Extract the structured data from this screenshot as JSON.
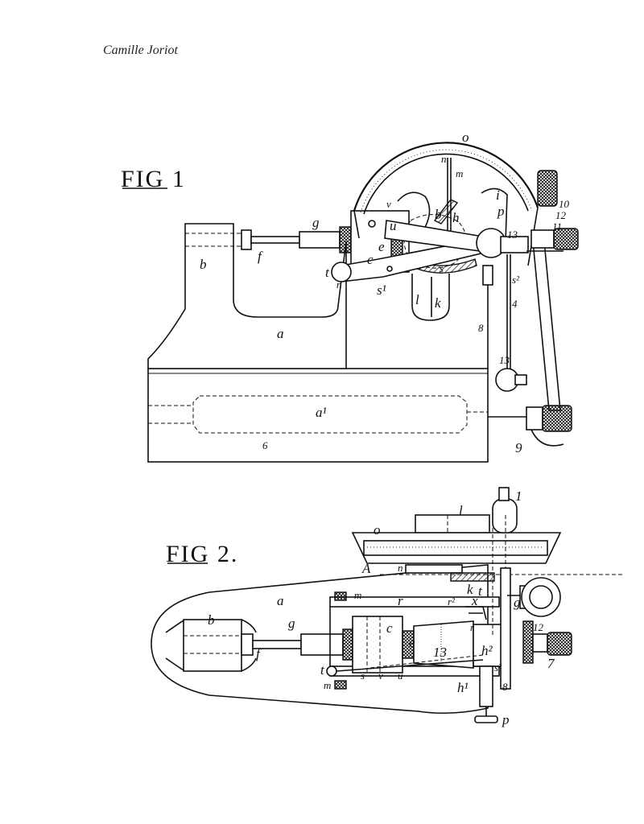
{
  "header": {
    "inventor": "Camille Joriot"
  },
  "fig1": {
    "title": "FIG 1",
    "labels": {
      "o": "o",
      "n": "n",
      "m": "m",
      "b_top": "b",
      "h": "h",
      "i": "i",
      "p": "p",
      "v": "v",
      "u": "u",
      "g": "g",
      "f": "f",
      "b": "b",
      "c": "c",
      "e": "e",
      "n13": "13",
      "n10": "10",
      "n12": "12",
      "n11": "11",
      "t": "t",
      "n_low": "n",
      "s1": "s¹",
      "s": "s",
      "s2": "s²",
      "l": "l",
      "k": "k",
      "n4": "4",
      "n8": "8",
      "a": "a",
      "n13b": "13",
      "a1": "a¹",
      "n6": "6",
      "n9": "9"
    }
  },
  "fig2": {
    "title": "FIG 2.",
    "labels": {
      "n1": "1",
      "l": "l",
      "o": "o",
      "A": "A",
      "n": "n",
      "k": "k",
      "t": "t",
      "a": "a",
      "m": "m",
      "r": "r",
      "r2": "r²",
      "x": "x",
      "g_right": "g",
      "n12": "12",
      "b": "b",
      "g": "g",
      "c": "c",
      "e": "e",
      "n13": "13",
      "f": "f",
      "h2": "h²",
      "r_low": "r",
      "n7": "7",
      "s2": "s²",
      "t_low": "t",
      "s": "s",
      "v": "v",
      "u": "u",
      "h1": "h¹",
      "n8": "8",
      "m_low": "m",
      "p": "p"
    }
  }
}
